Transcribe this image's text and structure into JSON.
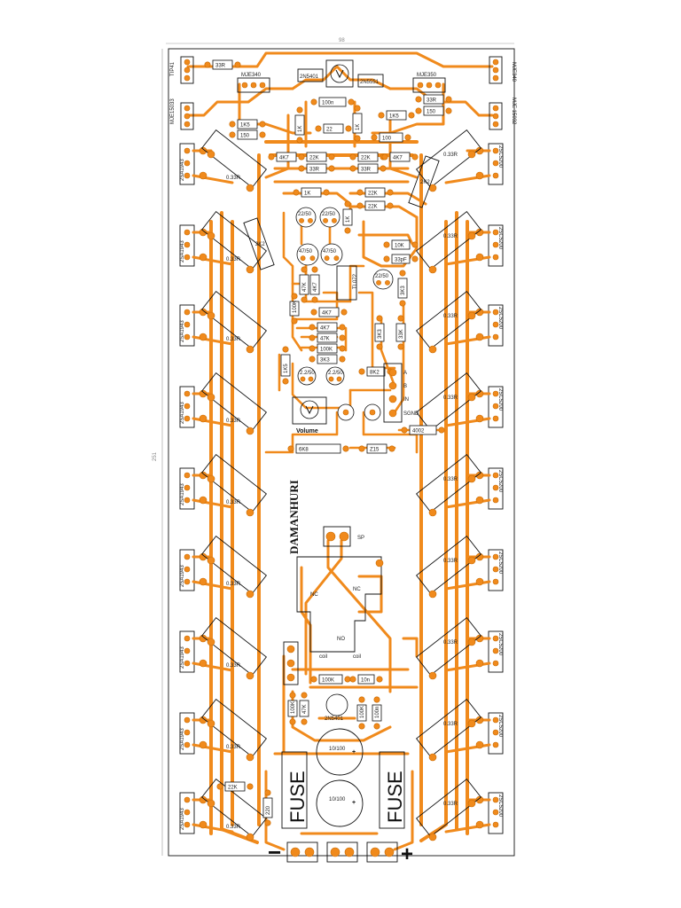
{
  "board": {
    "title": "DAMANHURI",
    "dim_top": "98",
    "dim_left": "251",
    "track_color": "#f08a1c",
    "outline_color": "#111111"
  },
  "left_labels": [
    "TIP41",
    "MJE15033"
  ],
  "right_labels": [
    "MJE340",
    "MJE 15032"
  ],
  "top_parts": {
    "q_left": "MJE340",
    "q_right": "MJE350",
    "t1": "2N5401",
    "t2": "2N5551",
    "cap_100n": "100n",
    "r_22": "22",
    "r_100": "100",
    "r_1k_a": "1K5",
    "r_1k_b": "150",
    "r_r2": "33R",
    "r_r3": "33R"
  },
  "mid_parts": {
    "r_4k7": "4K7",
    "r_1k": "1K",
    "r_22k_a": "22K",
    "r_22k_b": "22K",
    "c_22_50_a": "22/50",
    "c_22_50_b": "22/50",
    "c_47_50_a": "47/50",
    "c_47_50_b": "47/50",
    "r_10k": "10K",
    "c_33p": "33pF",
    "c_22_50_c": "22/50",
    "ic": "TL072",
    "r_4k7_b": "4K7",
    "r_47k": "47K",
    "r_100k": "100K",
    "r_3k3": "3K3",
    "r_33k": "33K",
    "c_2u2_a": "2.2/50",
    "c_2u2_b": "2.2/50",
    "r_1k_c": "1K5",
    "r_8k2": "8K2",
    "volume": "Volume",
    "r_6k8": "6K8",
    "r_z15": "Z15",
    "d_4002": "4002",
    "r_2k2_l": "2K2",
    "r_2k2_r": "2K2"
  },
  "input_terminals": [
    "A",
    "B",
    "IN",
    "SGND"
  ],
  "resistor_label": "0.33R",
  "transistor_label_left": "2SA1943",
  "transistor_label_right": "2SC5200",
  "relay": {
    "sp": "SP",
    "nc": "NC",
    "no": "NO",
    "coil_a": "coil",
    "coil_b": "coil"
  },
  "protection": {
    "r_100k": "100K",
    "c_10n": "10n",
    "q": "2N5401",
    "r_100k_b": "100K",
    "c_100n": "100n",
    "r_47k_b": "47K",
    "r_22k_bot": "22K",
    "r_220": "220"
  },
  "power": {
    "fuse_left": "FUSE",
    "fuse_right": "FUSE",
    "cap_top": "10/100",
    "cap_bot": "10/100",
    "minus": "−",
    "plus": "+"
  }
}
